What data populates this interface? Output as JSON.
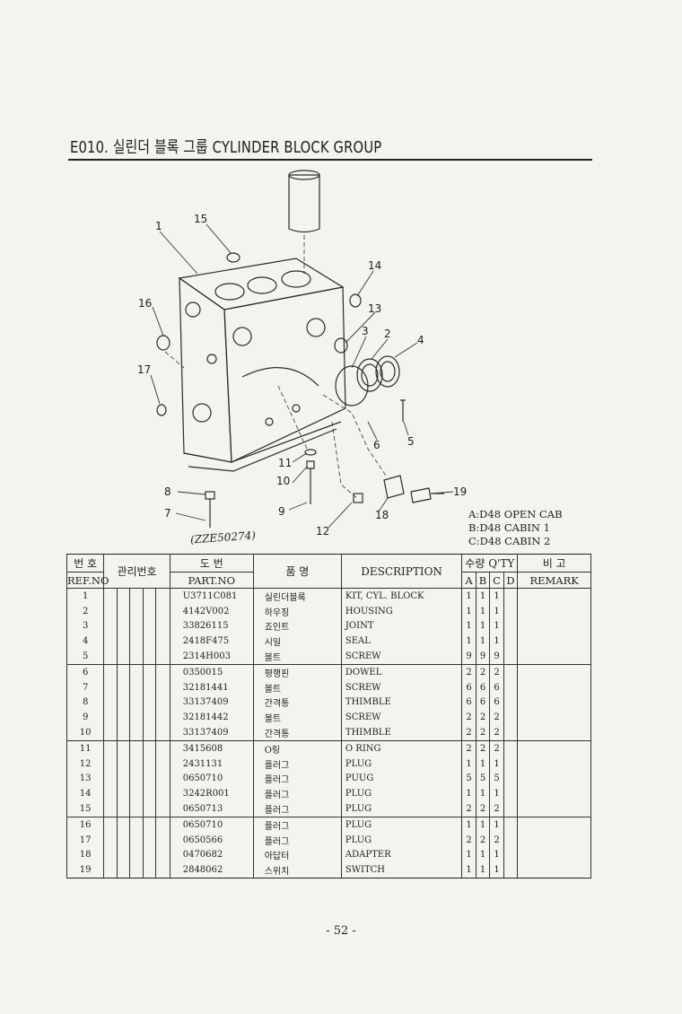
{
  "title": "E010. 실린더 블록 그룹 CYLINDER BLOCK GROUP",
  "legend": [
    "A:D48 OPEN CAB",
    "B:D48 CABIN 1",
    "C:D48 CABIN 2"
  ],
  "handnote": "(ZZE50274)",
  "callouts": [
    "1",
    "2",
    "3",
    "4",
    "5",
    "6",
    "7",
    "8",
    "9",
    "10",
    "11",
    "12",
    "13",
    "14",
    "15",
    "16",
    "17",
    "18",
    "19"
  ],
  "table": {
    "headers": {
      "ref_kr": "번 호",
      "ref_en": "REF.NO",
      "mgmt_kr": "관리번호",
      "part_kr": "도 번",
      "part_en": "PART.NO",
      "name_kr": "품 명",
      "desc_en": "DESCRIPTION",
      "qty_kr": "수량 Q'TY",
      "qty_cols": [
        "A",
        "B",
        "C",
        "D"
      ],
      "remark_kr": "비 고",
      "remark_en": "REMARK"
    },
    "groups": [
      [
        {
          "ref": "1",
          "part": "U3711C081",
          "name": "실린더블록",
          "desc": "KIT, CYL. BLOCK",
          "a": "1",
          "b": "1",
          "c": "1",
          "d": ""
        },
        {
          "ref": "2",
          "part": "4142V002",
          "name": "하우징",
          "desc": "HOUSING",
          "a": "1",
          "b": "1",
          "c": "1",
          "d": ""
        },
        {
          "ref": "3",
          "part": "33826115",
          "name": "죠인트",
          "desc": "JOINT",
          "a": "1",
          "b": "1",
          "c": "1",
          "d": ""
        },
        {
          "ref": "4",
          "part": "2418F475",
          "name": "시일",
          "desc": "SEAL",
          "a": "1",
          "b": "1",
          "c": "1",
          "d": ""
        },
        {
          "ref": "5",
          "part": "2314H003",
          "name": "볼트",
          "desc": "SCREW",
          "a": "9",
          "b": "9",
          "c": "9",
          "d": ""
        }
      ],
      [
        {
          "ref": "6",
          "part": "0350015",
          "name": "평행핀",
          "desc": "DOWEL",
          "a": "2",
          "b": "2",
          "c": "2",
          "d": ""
        },
        {
          "ref": "7",
          "part": "32181441",
          "name": "볼트",
          "desc": "SCREW",
          "a": "6",
          "b": "6",
          "c": "6",
          "d": ""
        },
        {
          "ref": "8",
          "part": "33137409",
          "name": "간격통",
          "desc": "THIMBLE",
          "a": "6",
          "b": "6",
          "c": "6",
          "d": ""
        },
        {
          "ref": "9",
          "part": "32181442",
          "name": "볼트",
          "desc": "SCREW",
          "a": "2",
          "b": "2",
          "c": "2",
          "d": ""
        },
        {
          "ref": "10",
          "part": "33137409",
          "name": "간격통",
          "desc": "THIMBLE",
          "a": "2",
          "b": "2",
          "c": "2",
          "d": ""
        }
      ],
      [
        {
          "ref": "11",
          "part": "3415608",
          "name": "O링",
          "desc": "O RING",
          "a": "2",
          "b": "2",
          "c": "2",
          "d": ""
        },
        {
          "ref": "12",
          "part": "2431131",
          "name": "플러그",
          "desc": "PLUG",
          "a": "1",
          "b": "1",
          "c": "1",
          "d": ""
        },
        {
          "ref": "13",
          "part": "0650710",
          "name": "플러그",
          "desc": "PUUG",
          "a": "5",
          "b": "5",
          "c": "5",
          "d": ""
        },
        {
          "ref": "14",
          "part": "3242R001",
          "name": "플러그",
          "desc": "PLUG",
          "a": "1",
          "b": "1",
          "c": "1",
          "d": ""
        },
        {
          "ref": "15",
          "part": "0650713",
          "name": "플러그",
          "desc": "PLUG",
          "a": "2",
          "b": "2",
          "c": "2",
          "d": ""
        }
      ],
      [
        {
          "ref": "16",
          "part": "0650710",
          "name": "플러그",
          "desc": "PLUG",
          "a": "1",
          "b": "1",
          "c": "1",
          "d": ""
        },
        {
          "ref": "17",
          "part": "0650566",
          "name": "플러그",
          "desc": "PLUG",
          "a": "2",
          "b": "2",
          "c": "2",
          "d": ""
        },
        {
          "ref": "18",
          "part": "0470682",
          "name": "아답터",
          "desc": "ADAPTER",
          "a": "1",
          "b": "1",
          "c": "1",
          "d": ""
        },
        {
          "ref": "19",
          "part": "2848062",
          "name": "스위치",
          "desc": "SWITCH",
          "a": "1",
          "b": "1",
          "c": "1",
          "d": ""
        }
      ]
    ]
  },
  "page_number": "- 52 -"
}
